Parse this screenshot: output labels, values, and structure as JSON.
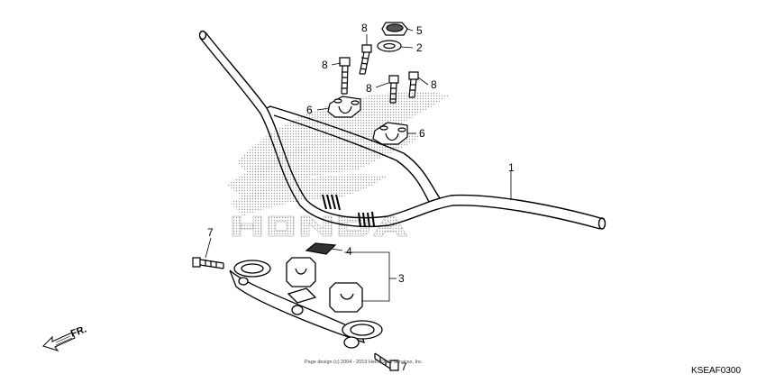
{
  "diagram": {
    "callouts": {
      "c1": "1",
      "c2": "2",
      "c3": "3",
      "c4": "4",
      "c5": "5",
      "c6a": "6",
      "c6b": "6",
      "c7a": "7",
      "c7b": "7",
      "c8a": "8",
      "c8b": "8",
      "c8c": "8",
      "c8d": "8"
    },
    "copyright": "Page design (c) 2004 - 2019 Helm Data Services, Inc.",
    "diagram_code": "KSEAF0300",
    "direction_label": "FR."
  },
  "colors": {
    "line": "#000000",
    "watermark": "#b8b8b8"
  }
}
